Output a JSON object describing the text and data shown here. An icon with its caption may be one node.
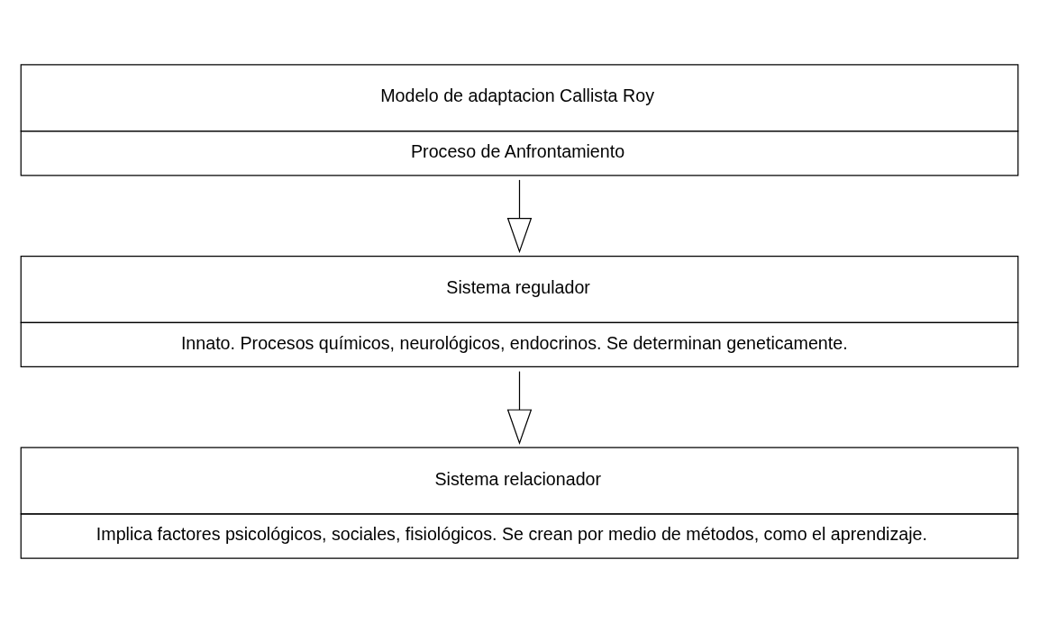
{
  "diagram": {
    "nodes": [
      {
        "text": [
          "Modelo de adaptacion Callista Roy",
          "Proceso de Anfrontamiento"
        ]
      },
      {
        "text": [
          "Sistema regulador",
          "Innato. Procesos químicos, neurológicos, endocrinos. Se determinan geneticamente."
        ]
      },
      {
        "text": [
          "Sistema relacionador",
          "Implica factores psicológicos, sociales, fisiológicos. Se crean por medio de métodos, como el aprendizaje."
        ]
      }
    ],
    "edges": [
      {
        "from": 0,
        "to": 1,
        "arrow": "to"
      },
      {
        "from": 1,
        "to": 2,
        "arrow": "to"
      }
    ]
  }
}
